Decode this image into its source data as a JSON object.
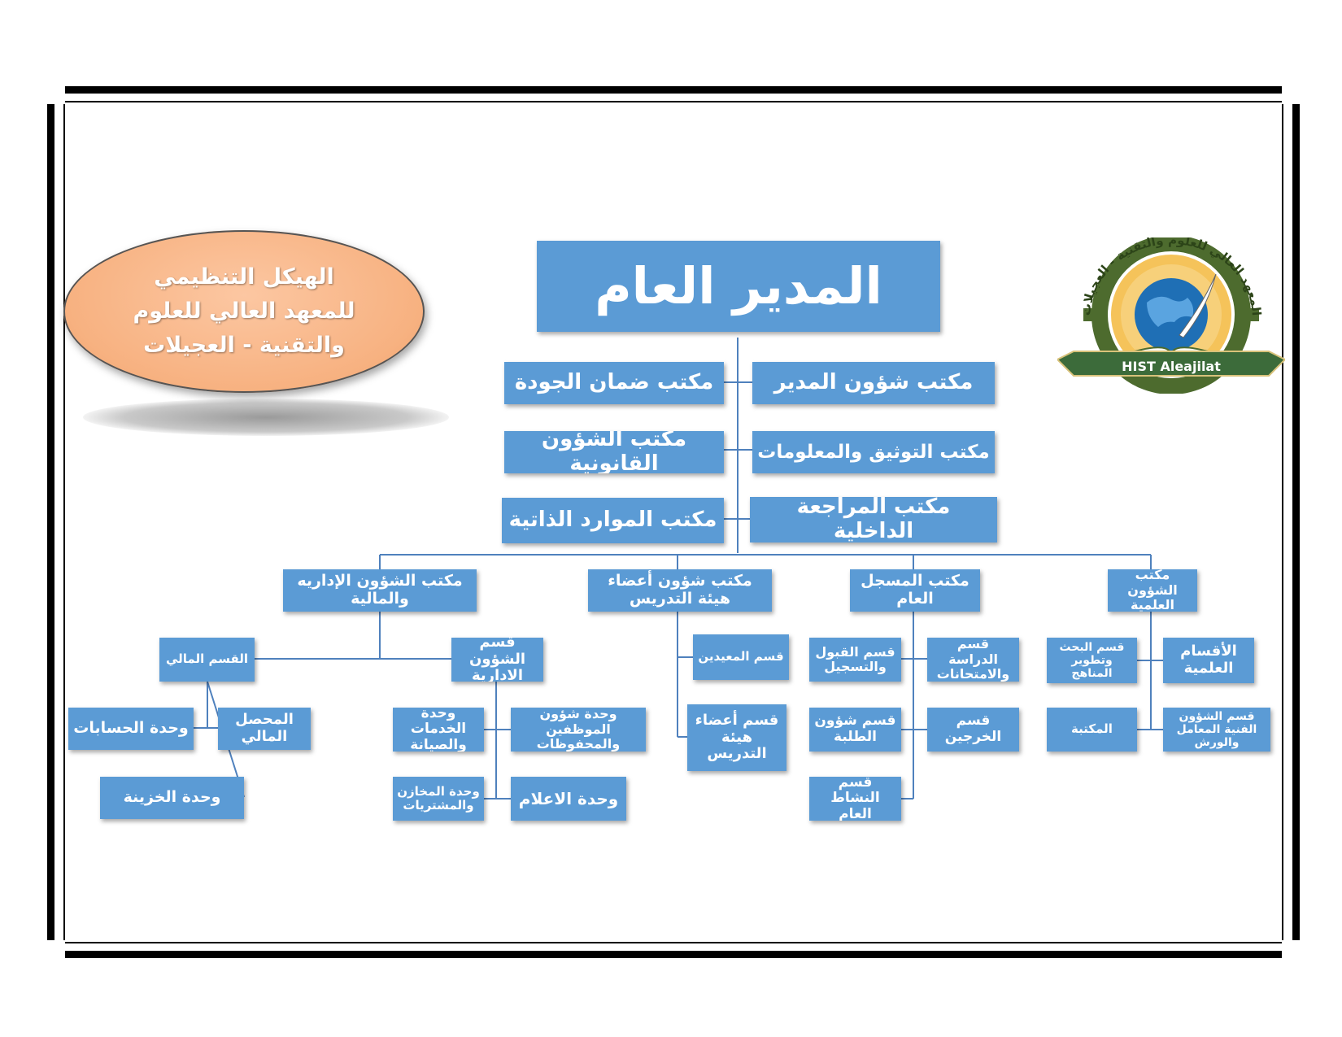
{
  "title": "الهيكل التنظيمي للمعهد العالي للعلوم والتقنية - العجيلات",
  "logo": {
    "ring_text": "المعهد العالي للعلوم والتقنية - العجيلات",
    "banner_text": "HIST Aleajilat",
    "colors": {
      "gear": "#4d6b2e",
      "ring": "#f2b84b",
      "globe": "#1f6fb5",
      "banner": "#3c6b3a"
    }
  },
  "colors": {
    "box": "#5b9bd5",
    "line": "#4f81bd",
    "oval": "#f7b180"
  },
  "nodes": {
    "general_director": "المدير العام",
    "director_affairs": "مكتب شؤون المدير",
    "quality_assurance": "مكتب ضمان الجودة",
    "documentation": "مكتب التوثيق والمعلومات",
    "legal_affairs": "مكتب الشؤون القانونية",
    "internal_audit": "مكتب المراجعة الداخلية",
    "self_resources": "مكتب الموارد الذاتية",
    "admin_financial": "مكتب الشؤون الإداريه والمالية",
    "faculty_affairs": "مكتب شؤون أعضاء هيئة التدريس",
    "registrar": "مكتب المسجل العام",
    "scientific_affairs": "مكتب الشؤون العلمية",
    "financial_dept": "القسم المالي",
    "admin_dept": "قسم الشؤون الادارية",
    "accounts_unit": "وحدة الحسابات",
    "financial_collector": "المحصل المالي",
    "treasury_unit": "وحدة الخزينة",
    "services_unit": "وحدة الخدمات والصيانة",
    "employees_unit": "وحدة شؤون الموظفين والمحفوظات",
    "stores_unit": "وحدة المخازن والمشتريات",
    "media_unit": "وحدة الاعلام",
    "teaching_assistants": "قسم المعيدين",
    "faculty_members": "قسم أعضاء هيئة التدريس",
    "admission": "قسم القبول والتسجيل",
    "study_exams": "قسم الدراسة والامتحانات",
    "student_affairs": "قسم شؤون الطلبة",
    "graduates": "قسم الخرجين",
    "public_activity": "قسم النشاط العام",
    "research_curricula": "قسم البحث وتطوير المناهج",
    "scientific_depts": "الأقسام العلمية",
    "library": "المكتبة",
    "technical_labs": "قسم الشؤون الفنية المعامل والورش"
  }
}
